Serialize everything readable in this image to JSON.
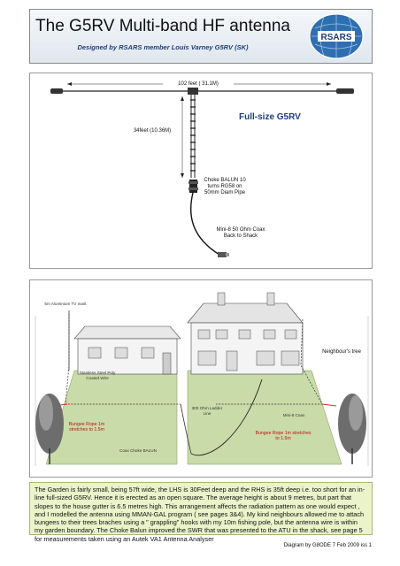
{
  "header": {
    "title": "The G5RV Multi-band HF antenna",
    "subtitle": "Designed by RSARS member Louis Varney G5RV (SK)",
    "logo_text": "RSARS"
  },
  "diagram1": {
    "span_label": "102 feet ( 31.1M)",
    "feeder_label": "34feet (10.36M)",
    "fullsize_label": "Full-size G5RV",
    "balun_label": "Choke BALUN 10 turns RG58 on 50mm Diam Pipe",
    "coax_label": "Mini-8 50 Ohm Coax Back to Shack"
  },
  "diagram2": {
    "mast_label": "5m Aluminium TV mast",
    "tree_label": "Neighbour's tree",
    "wire_label": "Stainless Steel Poly Coated Wire",
    "bungee_left": "Bungee Rope 1m stretches to 1.5m",
    "ladder_label": "300 Ohm Ladder Line",
    "mini8_label": "Mini-8 Coax",
    "bungee_right": "Bungee Rope 1m stretches to 1.5m",
    "choke_label": "Coax Choke BALUN"
  },
  "description": "The Garden is fairly small, being 57ft wide, the LHS is 30Feet deep and the RHS is 35ft deep i.e. too short for an in-line full-sized G5RV. Hence it is erected as an open square. The average height is about 9 metres, but part that slopes to the house gutter is 6.5 metres high. This arrangement affects the radiation pattern as one would expect , and I modelled the antenna using MMAN-GAL program ( see pages 3&4). My kind neighbours allowed me to attach bungees to their trees braches using a \" grappling\" hooks with my 10m fishing pole, but the antenna wire is within my garden boundary. The Choke Balun improved the SWR that was presented to the ATU in the shack, see page 5 for measurements taken using an Autek VA1 Antenna Analyser",
  "credit": "Diagram by G8ODE 7 Feb 2009 iss 1",
  "colors": {
    "title_blue": "#1f3d7a",
    "lawn": "#c9dba8",
    "textbox": "#eaf3c9",
    "red_wire": "#c0392b"
  }
}
